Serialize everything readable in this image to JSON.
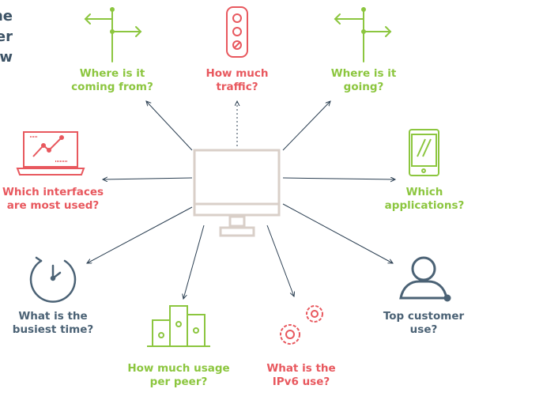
{
  "heading": {
    "lines": [
      "he",
      "er",
      "w:"
    ]
  },
  "nodes": {
    "source": {
      "lines": [
        "Where is it",
        "coming from?"
      ],
      "icon": "signpost-icon"
    },
    "traffic": {
      "lines": [
        "How much",
        "traffic?"
      ],
      "icon": "traffic-light-icon"
    },
    "destination": {
      "lines": [
        "Where is it",
        "going?"
      ],
      "icon": "signpost-icon"
    },
    "interfaces": {
      "lines": [
        "Which interfaces",
        "are most used?"
      ],
      "icon": "laptop-chart-icon"
    },
    "applications": {
      "lines": [
        "Which",
        "applications?"
      ],
      "icon": "tablet-icon"
    },
    "busiest": {
      "lines": [
        "What is the",
        "busiest time?"
      ],
      "icon": "clock-icon"
    },
    "customer": {
      "lines": [
        "Top customer",
        "use?"
      ],
      "icon": "user-icon"
    },
    "peer": {
      "lines": [
        "How much usage",
        "per peer?"
      ],
      "icon": "podium-icon"
    },
    "ipv6": {
      "lines": [
        "What is the",
        "IPv6 use?"
      ],
      "icon": "gears-icon"
    }
  },
  "colors": {
    "green": "#8cc63f",
    "red": "#e8585e",
    "slate": "#4b6275",
    "monitor": "#d9cfc8"
  }
}
